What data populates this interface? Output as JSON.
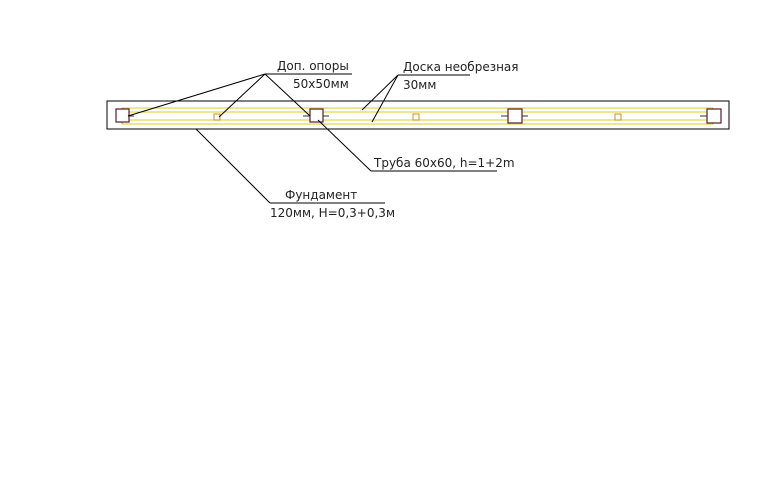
{
  "labels": {
    "supports_title": "Доп. опоры",
    "supports_size": "50х50мм",
    "board_title": "Доска необрезная",
    "board_size": "30мм",
    "pipe": "Труба 60х60, h=1+2m",
    "foundation_title": "Фундамент",
    "foundation_size": "120мм, H=0,3+0,3м"
  },
  "colors": {
    "board": "#e8d84a",
    "support": "#c8901e",
    "post": "#5a1a2a",
    "line": "#000000",
    "background": "#ffffff"
  },
  "elements": {
    "main_posts": 4,
    "extra_supports": 3
  }
}
